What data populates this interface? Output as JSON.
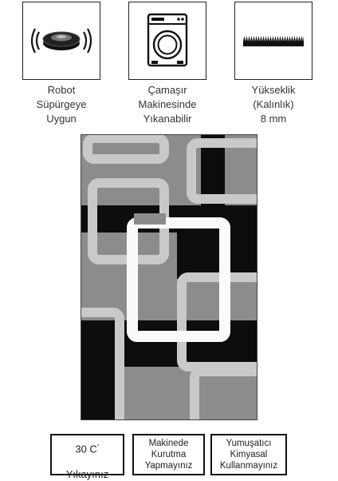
{
  "features": [
    {
      "label": "Robot\nSüpürgeye\nUygun",
      "icon": "robot-vacuum-icon"
    },
    {
      "label": "Çamaşır\nMakinesinde\nYıkanabilir",
      "icon": "washing-machine-icon"
    },
    {
      "label": "Yükseklik\n(Kalınlık)\n8 mm",
      "icon": "pile-height-icon"
    }
  ],
  "care": [
    {
      "line1": "30 C",
      "degree": "°",
      "line2": "Yıkayınız"
    },
    {
      "text": "Makinede\nKurutma\nYapmayınız"
    },
    {
      "text": "Yumuşatıcı\nKimyasal\nKullanmayınız"
    }
  ],
  "rug_colors": {
    "grey": "#8c8c8c",
    "black": "#0d0d0d",
    "light_grey": "#c9c9c9",
    "white": "#fafafa"
  }
}
